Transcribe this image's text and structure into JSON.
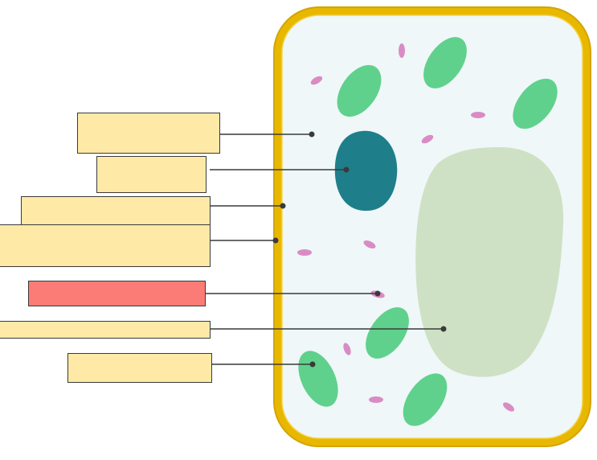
{
  "diagram": {
    "subject": "plant-cell",
    "colors": {
      "cell_wall": "#e8b800",
      "cytoplasm": "#eff7f9",
      "nucleus": "#1e7f8a",
      "vacuole": "#cfe1c5",
      "chloroplast": "#5fd18c",
      "small_organelle": "#d98cc4",
      "label_fill": "#fee9a6",
      "label_highlight": "#fb7b76",
      "leader_line": "#3a3a3a"
    },
    "labels": [
      {
        "id": "label-1",
        "text": "",
        "target": "cytoplasm",
        "highlight": false
      },
      {
        "id": "label-2",
        "text": "",
        "target": "nucleus",
        "highlight": false
      },
      {
        "id": "label-3",
        "text": "",
        "target": "cell-membrane",
        "highlight": false
      },
      {
        "id": "label-4",
        "text": "",
        "target": "cell-wall",
        "highlight": false
      },
      {
        "id": "label-5",
        "text": "",
        "target": "small-organelle",
        "highlight": true
      },
      {
        "id": "label-6",
        "text": "",
        "target": "vacuole",
        "highlight": false
      },
      {
        "id": "label-7",
        "text": "",
        "target": "chloroplast",
        "highlight": false
      }
    ]
  }
}
